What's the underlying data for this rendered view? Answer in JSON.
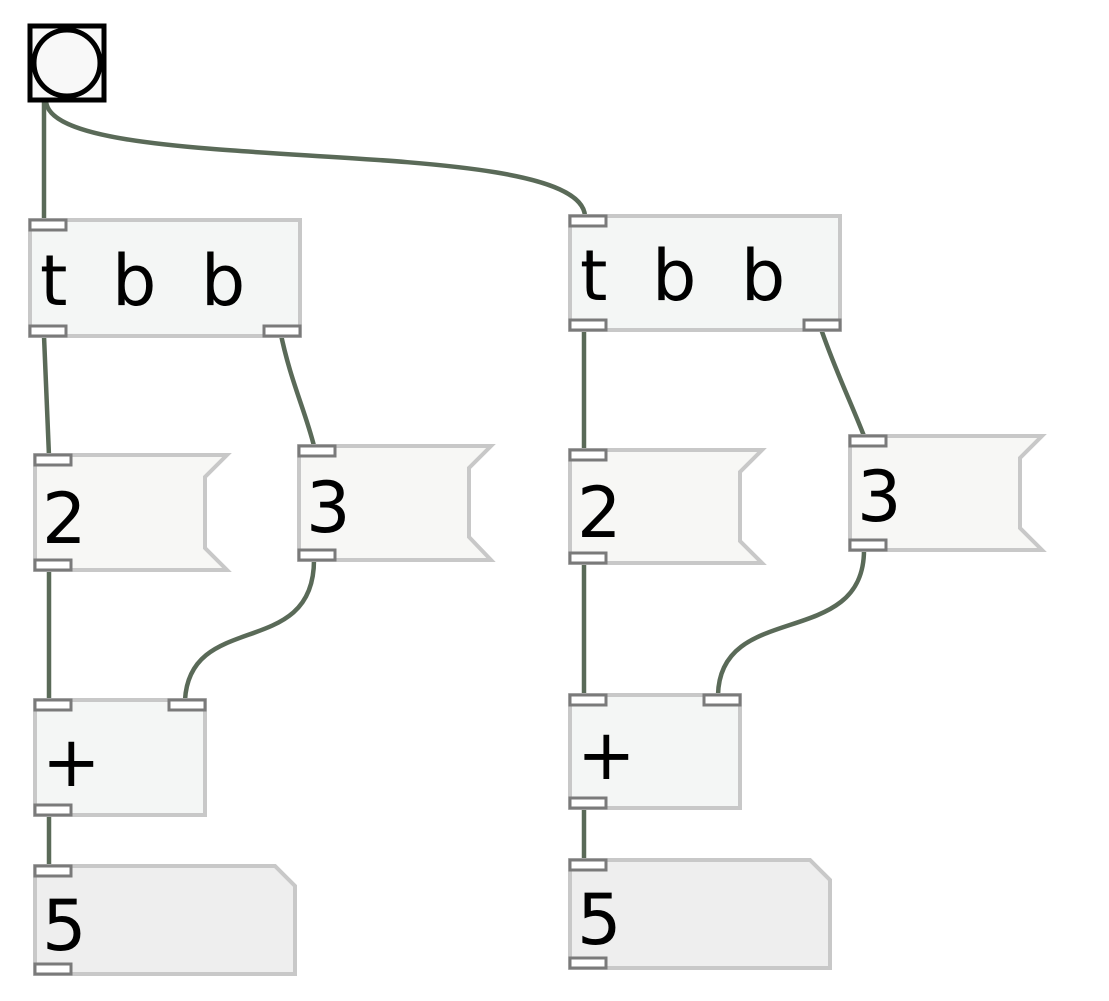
{
  "patch": {
    "bang": {
      "type": "bng"
    },
    "columns": [
      {
        "trigger": {
          "text": "t  b  b"
        },
        "msg_a": {
          "text": "2"
        },
        "msg_b": {
          "text": "3"
        },
        "add": {
          "text": "+"
        },
        "number": {
          "text": "5"
        }
      },
      {
        "trigger": {
          "text": "t  b  b"
        },
        "msg_a": {
          "text": "2"
        },
        "msg_b": {
          "text": "3"
        },
        "add": {
          "text": "+"
        },
        "number": {
          "text": "5"
        }
      }
    ]
  },
  "colors": {
    "wire": "#5a6a58",
    "inlet": "#7a7a7a",
    "object_fill": "#f4f6f5",
    "object_border": "#c8c8c8",
    "message_fill": "#f7f7f5",
    "number_fill": "#eeeeee"
  }
}
